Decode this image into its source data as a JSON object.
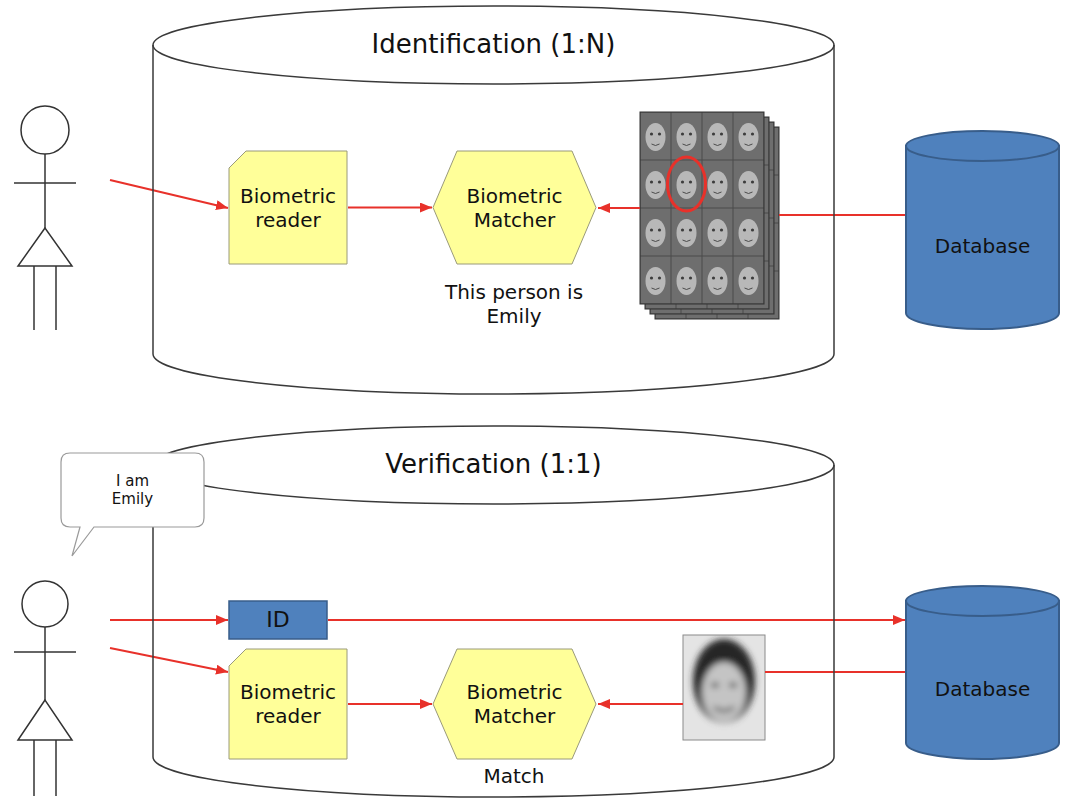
{
  "diagram": {
    "nodes": [
      {
        "text": [
          "Identification (1:N)"
        ]
      },
      {
        "text": [
          "Biometric reader"
        ],
        "in": 0
      },
      {
        "text": [
          "Biometric Matcher"
        ],
        "in": 0
      },
      {
        "text": [
          "Database"
        ]
      },
      {
        "text": [
          "Verification (1:1)"
        ]
      },
      {
        "text": [
          "I am Emily"
        ]
      },
      {
        "text": [
          "ID"
        ],
        "in": 4
      },
      {
        "text": [
          "Biometric reader"
        ],
        "in": 4
      },
      {
        "text": [
          "Biometric Matcher"
        ],
        "in": 4
      },
      {
        "text": [
          "Database"
        ]
      }
    ],
    "edges": [
      {
        "from": 1,
        "to": 2,
        "arrow": "to"
      },
      {
        "from": 7,
        "to": 8,
        "arrow": "to"
      },
      {
        "from": 6,
        "to": 9,
        "arrow": "to"
      }
    ],
    "labels": [
      "This person is Emily",
      "Match"
    ]
  }
}
